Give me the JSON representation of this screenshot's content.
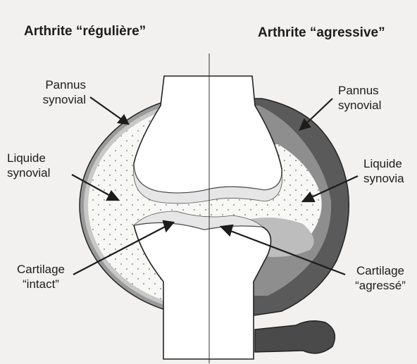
{
  "titles": {
    "left": "Arthrite “régulière”",
    "right": "Arthrite “agressive”"
  },
  "labels": {
    "left": {
      "pannus": [
        "Pannus",
        "synovial"
      ],
      "liquide": [
        "Liquide",
        "synovial"
      ],
      "cartilage": [
        "Cartilage",
        "“intact”"
      ]
    },
    "right": {
      "pannus": [
        "Pannus",
        "synovial"
      ],
      "liquide": [
        "Liquide",
        "synovia"
      ],
      "cartilage": [
        "Cartilage",
        "“agressé”"
      ]
    }
  },
  "colors": {
    "background": "#f2f1ef",
    "bone": "#ffffff",
    "synovial_fluid": "#f7f7f5",
    "cartilage": "#e6e6e6",
    "pannus_dark": "#585858",
    "pannus_mid": "#8e8e8e",
    "pannus_light": "#bdbdbd",
    "outline": "#222222"
  }
}
